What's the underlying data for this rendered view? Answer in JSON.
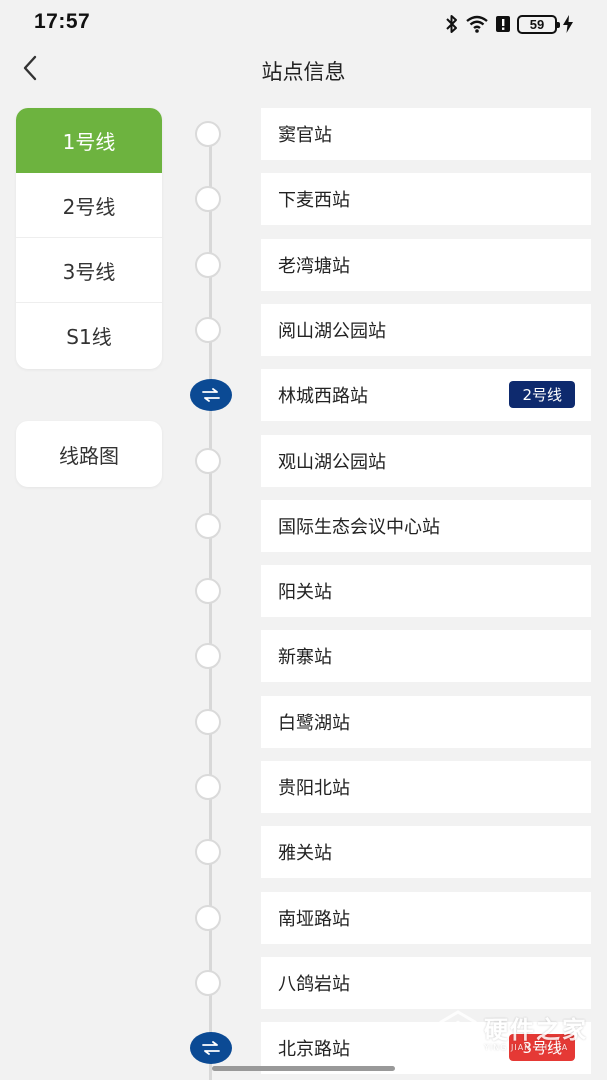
{
  "status_bar": {
    "time": "17:57",
    "battery": "59",
    "icons": [
      "bluetooth-icon",
      "wifi-icon",
      "alert-icon",
      "battery-icon",
      "charging-icon"
    ]
  },
  "header": {
    "back_icon": "chevron-left-icon",
    "title": "站点信息"
  },
  "lines": [
    {
      "label": "1号线",
      "active": true
    },
    {
      "label": "2号线",
      "active": false
    },
    {
      "label": "3号线",
      "active": false
    },
    {
      "label": "S1线",
      "active": false
    }
  ],
  "line_map_label": "线路图",
  "colors": {
    "active_tab": "#6db33f",
    "transfer_dot": "#0b4a94",
    "line2_badge": "#0e2a6e",
    "line3_badge": "#e53935"
  },
  "stations": [
    {
      "name": "窦官站"
    },
    {
      "name": "下麦西站"
    },
    {
      "name": "老湾塘站"
    },
    {
      "name": "阅山湖公园站"
    },
    {
      "name": "林城西路站",
      "transfer": true,
      "badge": "2号线",
      "badge_color": "#0e2a6e"
    },
    {
      "name": "观山湖公园站"
    },
    {
      "name": "国际生态会议中心站"
    },
    {
      "name": "阳关站"
    },
    {
      "name": "新寨站"
    },
    {
      "name": "白鹭湖站"
    },
    {
      "name": "贵阳北站"
    },
    {
      "name": "雅关站"
    },
    {
      "name": "南垭路站"
    },
    {
      "name": "八鸽岩站"
    },
    {
      "name": "北京路站",
      "transfer": true,
      "badge": "3号线",
      "badge_color": "#e53935"
    }
  ],
  "watermark": {
    "main": "硬件之家",
    "sub": "YING JIAN ZHI JIA"
  }
}
